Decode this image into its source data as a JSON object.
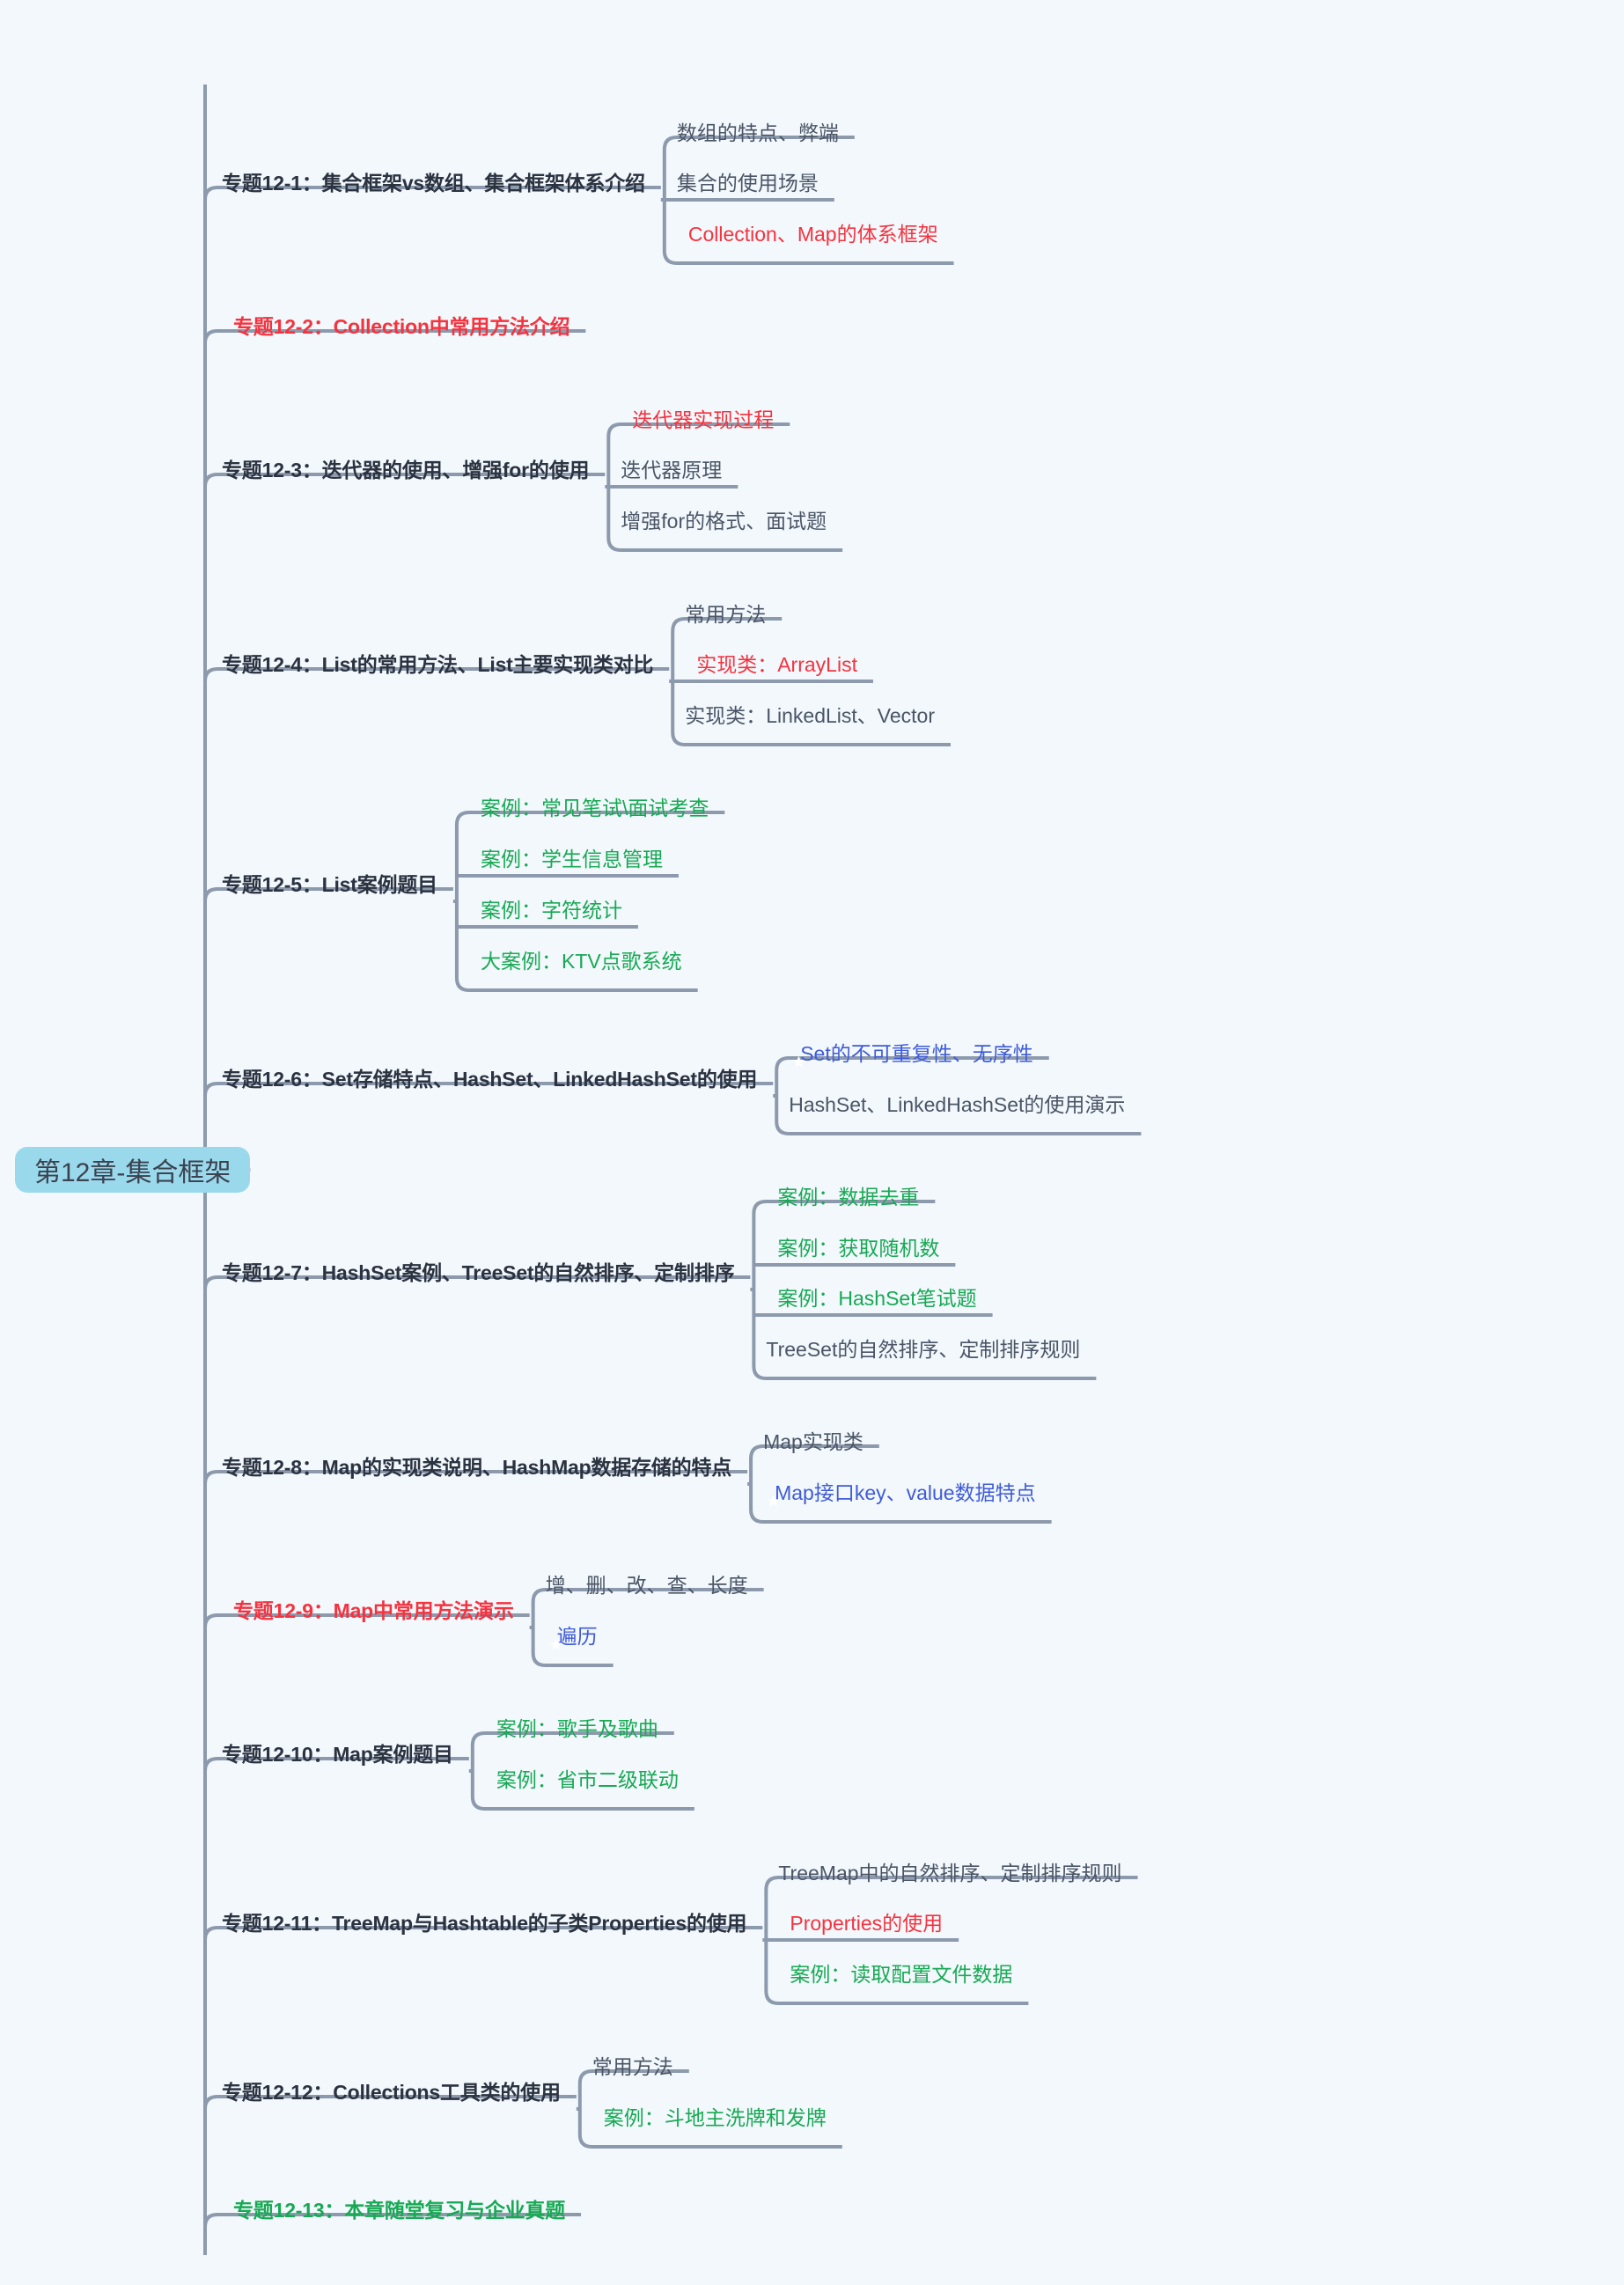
{
  "mindmap": {
    "root": {
      "label": "第12章-集合框架",
      "color": "#9ad9ec"
    },
    "colors": {
      "background": "#f2f8fc",
      "line": "#8d9aad",
      "topic_text": "#2b3240",
      "leaf_text": "#4b5566",
      "red": "#f5333f",
      "green": "#18a954",
      "blue": "#3f5bd9"
    },
    "branches": [
      {
        "id": "t1",
        "label": "专题12-1：集合框架vs数组、集合框架体系介绍",
        "marker": "none",
        "color": "default",
        "children": [
          {
            "label": "数组的特点、弊端",
            "marker": "none",
            "color": "default"
          },
          {
            "label": "集合的使用场景",
            "marker": "none",
            "color": "default"
          },
          {
            "label": "Collection、Map的体系框架",
            "marker": "red-dot",
            "color": "red"
          }
        ]
      },
      {
        "id": "t2",
        "label": "专题12-2：Collection中常用方法介绍",
        "marker": "red-dot",
        "color": "red",
        "children": []
      },
      {
        "id": "t3",
        "label": "专题12-3：迭代器的使用、增强for的使用",
        "marker": "none",
        "color": "default",
        "children": [
          {
            "label": "迭代器实现过程",
            "marker": "red-dot",
            "color": "red"
          },
          {
            "label": "迭代器原理",
            "marker": "none",
            "color": "default"
          },
          {
            "label": "增强for的格式、面试题",
            "marker": "none",
            "color": "default"
          }
        ]
      },
      {
        "id": "t4",
        "label": "专题12-4：List的常用方法、List主要实现类对比",
        "marker": "none",
        "color": "default",
        "children": [
          {
            "label": "常用方法",
            "marker": "none",
            "color": "default"
          },
          {
            "label": "实现类：ArrayList",
            "marker": "red-dot",
            "color": "red"
          },
          {
            "label": "实现类：LinkedList、Vector",
            "marker": "none",
            "color": "default"
          }
        ]
      },
      {
        "id": "t5",
        "label": "专题12-5：List案例题目",
        "marker": "none",
        "color": "default",
        "children": [
          {
            "label": "案例：常见笔试\\面试考查",
            "marker": "green-dot",
            "color": "green"
          },
          {
            "label": "案例：学生信息管理",
            "marker": "green-dot",
            "color": "green"
          },
          {
            "label": "案例：字符统计",
            "marker": "green-dot",
            "color": "green"
          },
          {
            "label": "大案例：KTV点歌系统",
            "marker": "green-dot",
            "color": "green"
          }
        ]
      },
      {
        "id": "t6",
        "label": "专题12-6：Set存储特点、HashSet、LinkedHashSet的使用",
        "marker": "none",
        "color": "default",
        "children": [
          {
            "label": "Set的不可重复性、无序性",
            "marker": "blue-star",
            "color": "blue"
          },
          {
            "label": "HashSet、LinkedHashSet的使用演示",
            "marker": "none",
            "color": "default"
          }
        ]
      },
      {
        "id": "t7",
        "label": "专题12-7：HashSet案例、TreeSet的自然排序、定制排序",
        "marker": "none",
        "color": "default",
        "children": [
          {
            "label": "案例：数据去重",
            "marker": "green-dot",
            "color": "green"
          },
          {
            "label": "案例：获取随机数",
            "marker": "green-dot",
            "color": "green"
          },
          {
            "label": "案例：HashSet笔试题",
            "marker": "green-dot",
            "color": "green"
          },
          {
            "label": "TreeSet的自然排序、定制排序规则",
            "marker": "none",
            "color": "default"
          }
        ]
      },
      {
        "id": "t8",
        "label": "专题12-8：Map的实现类说明、HashMap数据存储的特点",
        "marker": "none",
        "color": "default",
        "children": [
          {
            "label": "Map实现类",
            "marker": "none",
            "color": "default"
          },
          {
            "label": "Map接口key、value数据特点",
            "marker": "blue-star",
            "color": "blue"
          }
        ]
      },
      {
        "id": "t9",
        "label": "专题12-9：Map中常用方法演示",
        "marker": "red-dot",
        "color": "red",
        "children": [
          {
            "label": "增、删、改、查、长度",
            "marker": "none",
            "color": "default"
          },
          {
            "label": "遍历",
            "marker": "blue-star",
            "color": "blue"
          }
        ]
      },
      {
        "id": "t10",
        "label": "专题12-10：Map案例题目",
        "marker": "none",
        "color": "default",
        "children": [
          {
            "label": "案例：歌手及歌曲",
            "marker": "green-dot",
            "color": "green"
          },
          {
            "label": "案例：省市二级联动",
            "marker": "green-dot",
            "color": "green"
          }
        ]
      },
      {
        "id": "t11",
        "label": "专题12-11：TreeMap与Hashtable的子类Properties的使用",
        "marker": "none",
        "color": "default",
        "children": [
          {
            "label": "TreeMap中的自然排序、定制排序规则",
            "marker": "none",
            "color": "default"
          },
          {
            "label": "Properties的使用",
            "marker": "red-dot",
            "color": "red"
          },
          {
            "label": "案例：读取配置文件数据",
            "marker": "green-dot",
            "color": "green"
          }
        ]
      },
      {
        "id": "t12",
        "label": "专题12-12：Collections工具类的使用",
        "marker": "none",
        "color": "default",
        "children": [
          {
            "label": "常用方法",
            "marker": "none",
            "color": "default"
          },
          {
            "label": "案例：斗地主洗牌和发牌",
            "marker": "green-dot",
            "color": "green"
          }
        ]
      },
      {
        "id": "t13",
        "label": "专题12-13：本章随堂复习与企业真题",
        "marker": "green-dot",
        "color": "green",
        "children": []
      }
    ]
  }
}
